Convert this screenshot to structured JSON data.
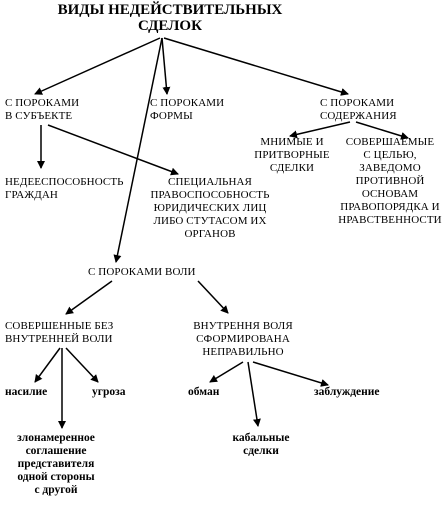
{
  "title": "ВИДЫ НЕДЕЙСТВИТЕЛЬНЫХ\nСДЕЛОК",
  "nodes": {
    "subject": "С ПОРОКАМИ\nВ СУБЪЕКТЕ",
    "form": "С ПОРОКАМИ\nФОРМЫ",
    "content": "С ПОРОКАМИ\nСОДЕРЖАНИЯ",
    "incapacity": "НЕДЕЕСПОСОБНОСТЬ\nГРАЖДАН",
    "special_capacity": "СПЕЦИАЛЬНАЯ\nПРАВОСПОСОБНОСТЬ\nЮРИДИЧЕСКИХ ЛИЦ\nЛИБО СТУТАСОМ ИХ\nОРГАНОВ",
    "sham": "МНИМЫЕ И\nПРИТВОРНЫЕ\nСДЕЛКИ",
    "against_order": "СОВЕРШАЕМЫЕ\nС ЦЕЛЬЮ,\nЗАВЕДОМО\nПРОТИВНОЙ\nОСНОВАМ\nПРАВОПОРЯДКА И\nНРАВСТВЕННОСТИ",
    "will": "С ПОРОКАМИ ВОЛИ",
    "without_will": "СОВЕРШЕННЫЕ БЕЗ\nВНУТРЕННЕЙ ВОЛИ",
    "wrong_will": "ВНУТРЕННЯ ВОЛЯ\nСФОРМИРОВАНА\nНЕПРАВИЛЬНО",
    "violence": "насилие",
    "threat": "угроза",
    "collusion": "злонамеренное\nсоглашение\nпредставителя\nодной стороны\nс другой",
    "deceit": "обман",
    "bondage": "кабальные\nсделки",
    "delusion": "заблуждение"
  }
}
